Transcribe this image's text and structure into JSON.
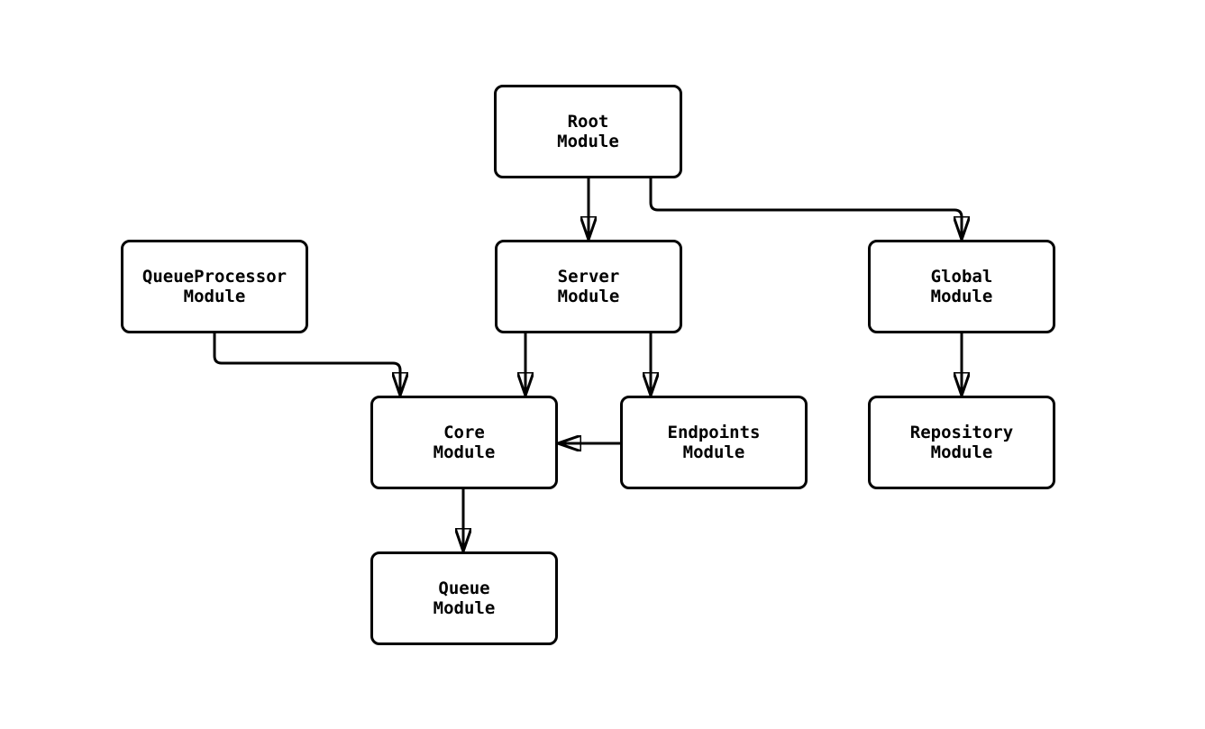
{
  "page": {
    "background_color": "#ffffff",
    "diagram_type": "module-dependency-graph"
  },
  "diagram": {
    "node_fill_color": "#ffffff",
    "node_border_color": "#000000",
    "edge_color": "#000000",
    "text_color": "#000000",
    "nodes": [
      {
        "id": "root",
        "label": "Root\nModule"
      },
      {
        "id": "queueprocessor",
        "label": "QueueProcessor\nModule"
      },
      {
        "id": "server",
        "label": "Server\nModule"
      },
      {
        "id": "global",
        "label": "Global\nModule"
      },
      {
        "id": "core",
        "label": "Core\nModule"
      },
      {
        "id": "endpoints",
        "label": "Endpoints\nModule"
      },
      {
        "id": "repository",
        "label": "Repository\nModule"
      },
      {
        "id": "queue",
        "label": "Queue\nModule"
      }
    ],
    "edges": [
      {
        "from": "root",
        "to": "server"
      },
      {
        "from": "root",
        "to": "global"
      },
      {
        "from": "queueprocessor",
        "to": "core"
      },
      {
        "from": "server",
        "to": "core"
      },
      {
        "from": "server",
        "to": "endpoints"
      },
      {
        "from": "endpoints",
        "to": "core"
      },
      {
        "from": "global",
        "to": "repository"
      },
      {
        "from": "core",
        "to": "queue"
      }
    ]
  }
}
